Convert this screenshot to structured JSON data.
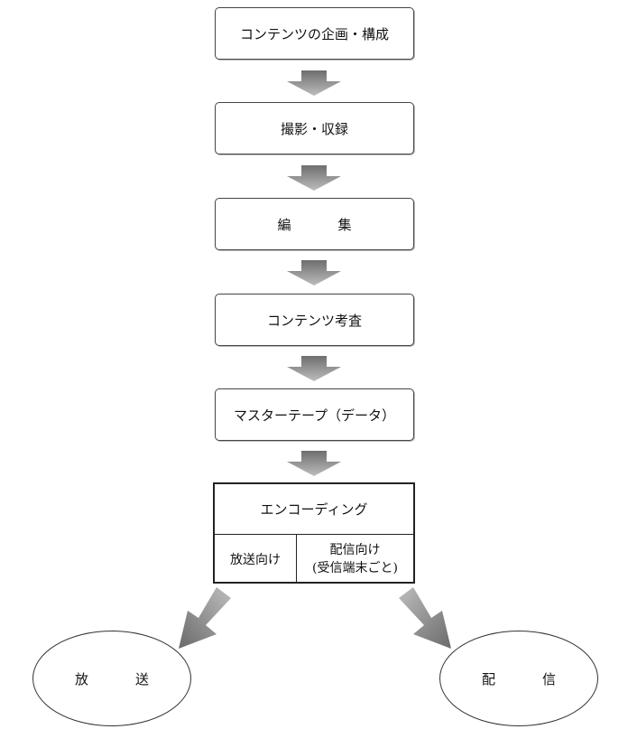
{
  "steps": [
    {
      "label": "コンテンツの企画・構成"
    },
    {
      "label": "撮影・収録"
    },
    {
      "label_a": "編",
      "label_b": "集"
    },
    {
      "label": "コンテンツ考査"
    },
    {
      "label": "マスターテープ（データ）"
    }
  ],
  "encoding": {
    "title": "エンコーディング",
    "broadcast_branch": "放送向け",
    "distribution_branch_line1": "配信向け",
    "distribution_branch_line2": "(受信端末ごと)"
  },
  "outputs": {
    "broadcast_a": "放",
    "broadcast_b": "送",
    "distribution_a": "配",
    "distribution_b": "信"
  },
  "colors": {
    "arrow_dark": "#5a5a5a",
    "arrow_light": "#c8c8c8"
  }
}
